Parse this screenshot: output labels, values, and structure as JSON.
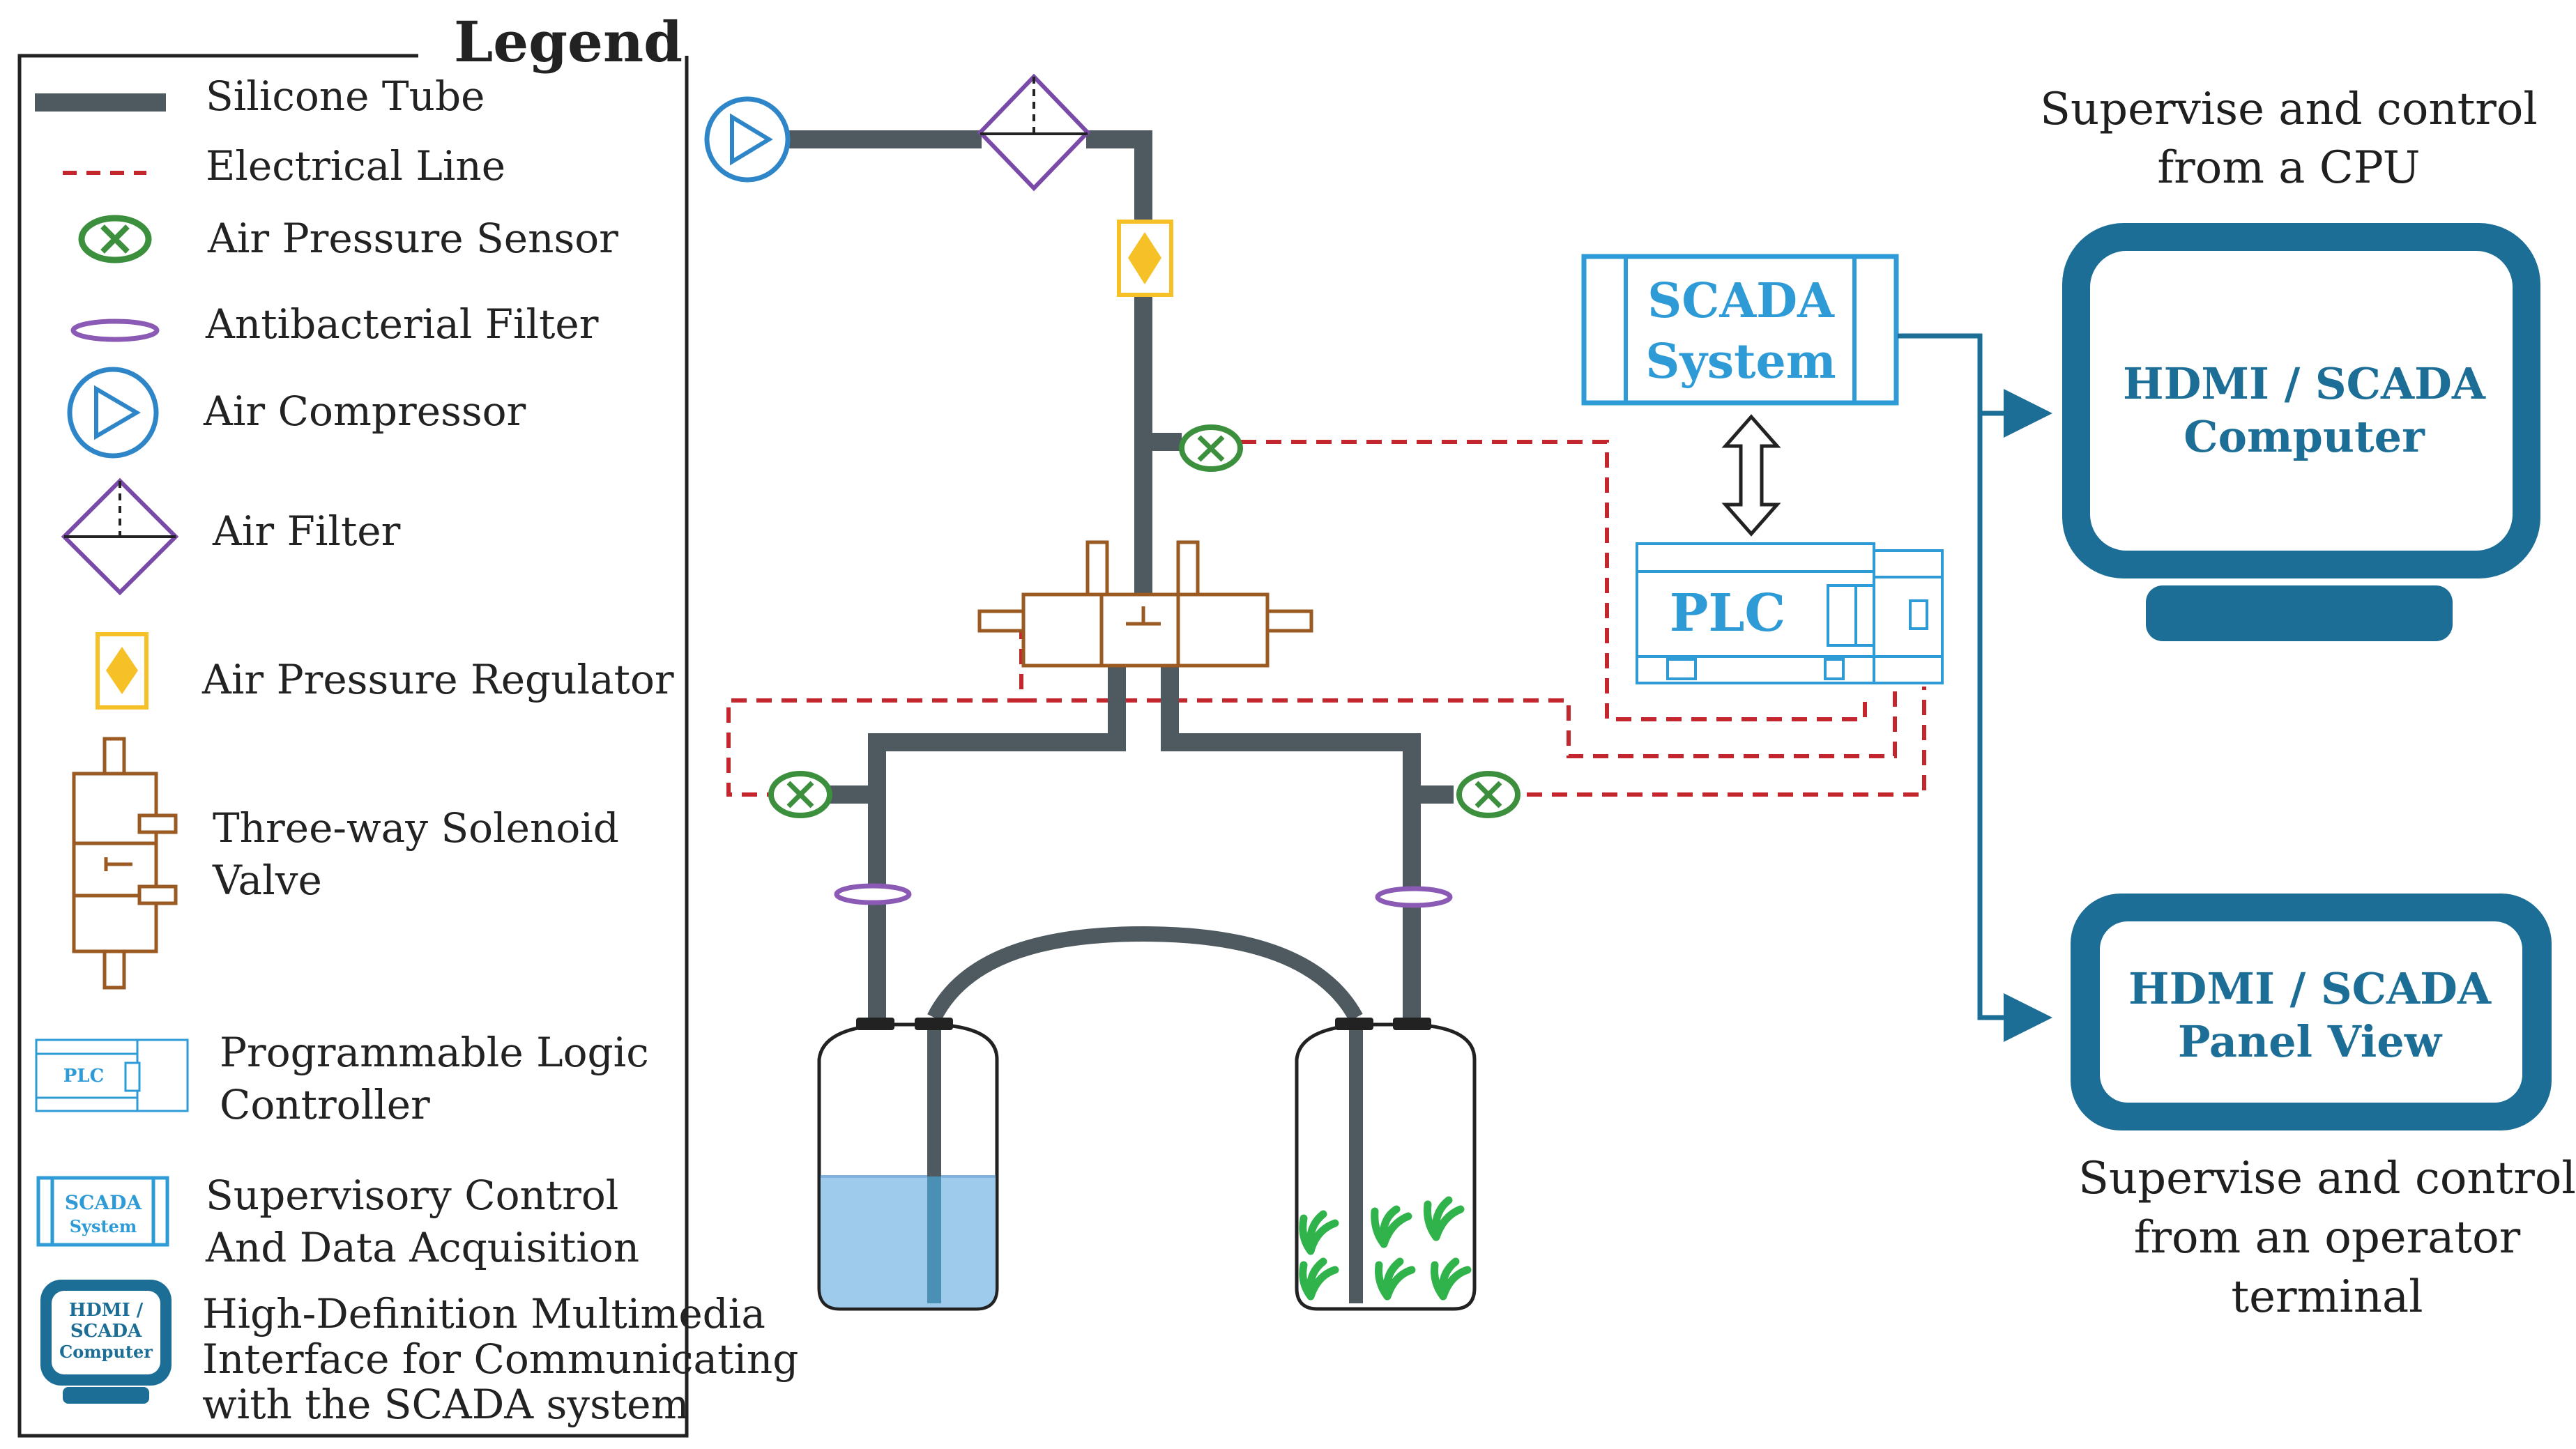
{
  "legend": {
    "title": "Legend",
    "items": [
      {
        "label": "Silicone Tube"
      },
      {
        "label": "Electrical Line"
      },
      {
        "label": "Air Pressure Sensor"
      },
      {
        "label": "Antibacterial Filter"
      },
      {
        "label": "Air Compressor"
      },
      {
        "label": "Air Filter"
      },
      {
        "label": "Air Pressure Regulator"
      },
      {
        "label_line1": "Three-way Solenoid",
        "label_line2": "Valve"
      },
      {
        "label_line1": "Programmable Logic",
        "label_line2": "Controller",
        "icon_text": "PLC"
      },
      {
        "label_line1": "Supervisory Control",
        "label_line2": "And Data Acquisition",
        "icon_text_line1": "SCADA",
        "icon_text_line2": "System"
      },
      {
        "label_line1": "High-Definition Multimedia",
        "label_line2": "Interface for Communicating",
        "label_line3": "with the SCADA system",
        "icon_text_line1": "HDMI /",
        "icon_text_line2": "SCADA",
        "icon_text_line3": "Computer"
      }
    ]
  },
  "scada_box": {
    "line1": "SCADA",
    "line2": "System"
  },
  "plc_box": {
    "label": "PLC"
  },
  "computer": {
    "caption_line1": "Supervise and control",
    "caption_line2": "from a CPU",
    "screen_line1": "HDMI / SCADA",
    "screen_line2": "Computer"
  },
  "panel": {
    "screen_line1": "HDMI / SCADA",
    "screen_line2": "Panel View",
    "caption_line1": "Supervise and control",
    "caption_line2": "from an operator",
    "caption_line3": "terminal"
  },
  "colors": {
    "tube": "#4e5a60",
    "electrical": "#c4262e",
    "sensor": "#3c8f3c",
    "antibacterial_filter": "#8a5ab4",
    "compressor": "#2e86c8",
    "air_filter": "#7a4aa8",
    "regulator": "#f6c127",
    "valve": "#9a5a22",
    "scada_plc": "#2e9bd6",
    "hdmi": "#1c6e96",
    "water": "#9ecbec",
    "plants": "#2fb34a"
  }
}
